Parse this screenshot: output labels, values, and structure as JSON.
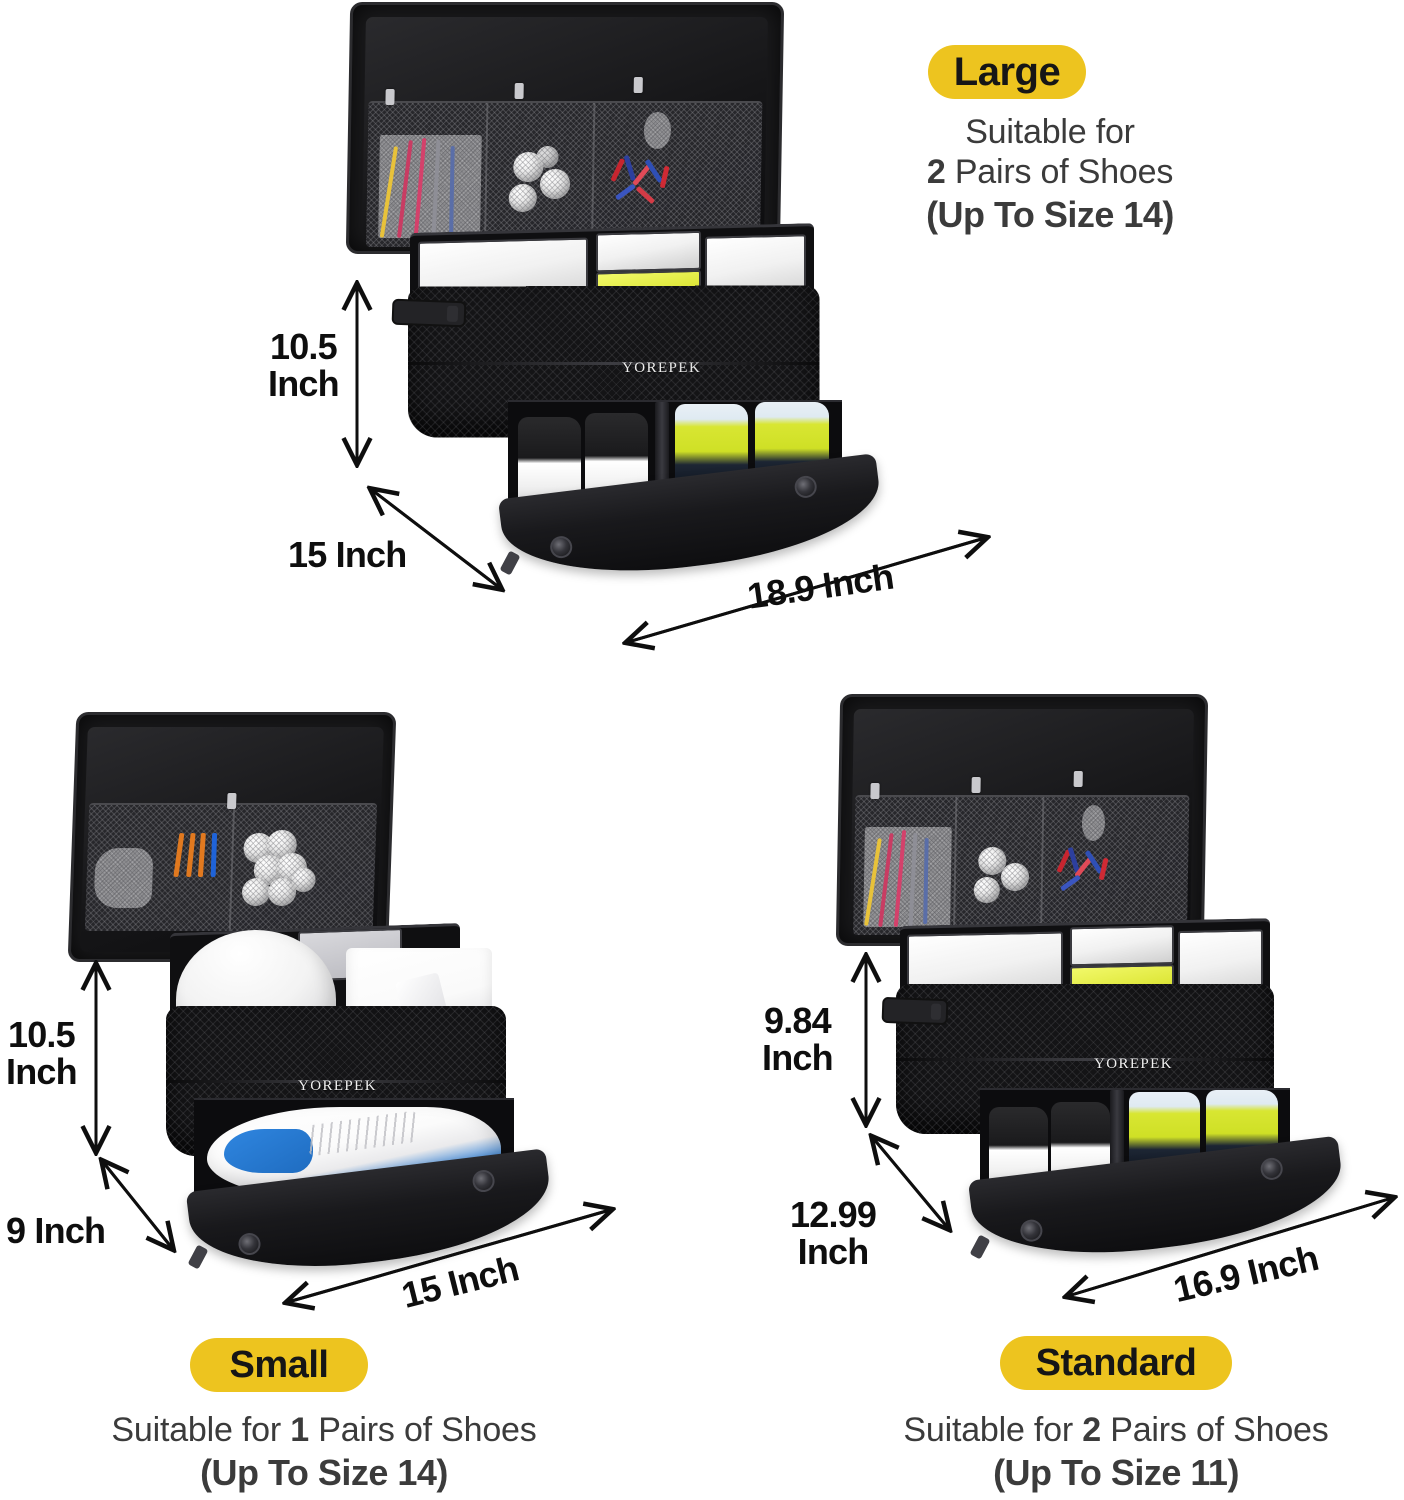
{
  "brand": "YOREPEK",
  "accent_color": "#EDC41F",
  "text_color": "#3b3b3b",
  "products": [
    {
      "id": "large",
      "badge": "Large",
      "caption_line1": "Suitable for",
      "caption_count": "2",
      "caption_line2_rest": "Pairs of Shoes",
      "caption_line3": "(Up To Size 14)",
      "dimensions": {
        "height": "10.5",
        "height_unit": "Inch",
        "depth": "15 Inch",
        "width": "18.9 Inch"
      }
    },
    {
      "id": "small",
      "badge": "Small",
      "caption_line1": "Suitable for",
      "caption_count": "1",
      "caption_line2_rest": "Pairs of Shoes",
      "caption_line3": "(Up To Size 14)",
      "dimensions": {
        "height": "10.5",
        "height_unit": "Inch",
        "depth": "9 Inch",
        "width": "15 Inch"
      }
    },
    {
      "id": "standard",
      "badge": "Standard",
      "caption_line1": "Suitable for",
      "caption_count": "2",
      "caption_line2_rest": "Pairs of Shoes",
      "caption_line3": "(Up To Size 11)",
      "dimensions": {
        "height": "9.84",
        "height_unit": "Inch",
        "depth": "12.99",
        "depth_unit": "Inch",
        "width": "16.9 Inch"
      }
    }
  ]
}
